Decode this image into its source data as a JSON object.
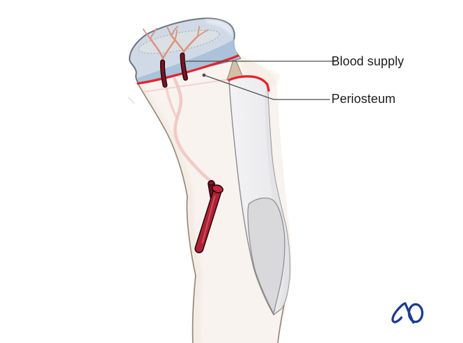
{
  "figure": {
    "description": "Medical illustration of a long-bone end with cartilage cap, epiphyseal blood vessels crossing the growth plate, an elevated periosteal flap and an avulsed vessel",
    "annotations": [
      {
        "id": "blood-supply",
        "label": "Blood supply"
      },
      {
        "id": "periosteum",
        "label": "Periosteum"
      }
    ],
    "logo": {
      "text": "AO"
    },
    "colors": {
      "highlight_red": "#e8222b",
      "vessel_dark_red": "#7b1523",
      "avulsed_vessel_red": "#b02134",
      "cartilage_blue": "#cfdae6",
      "physis_band_blue": "#aac1d9",
      "secondary_center_gray": "#dce1e3",
      "bone_cream": "#f8f3ee",
      "periosteum_gray": "#ececee",
      "tan_exposed_bone": "#d4c0a8",
      "leader_line_gray": "#4d4d4d",
      "logo_blue": "#1c3d8e"
    }
  }
}
